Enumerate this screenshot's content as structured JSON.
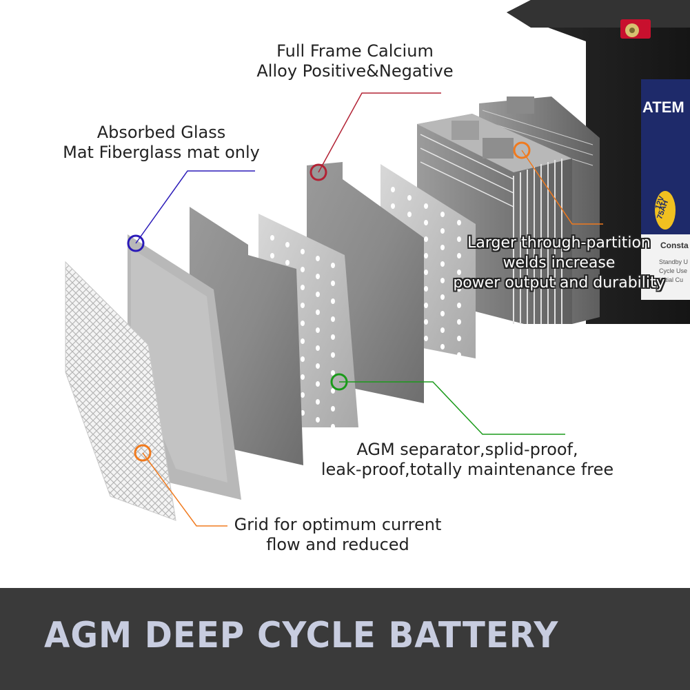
{
  "callouts": {
    "frame": {
      "line1": "Full Frame Calcium",
      "line2": "Alloy Positive&Negative",
      "color": "#b22234"
    },
    "glass_mat": {
      "line1": "Absorbed Glass",
      "line2": "Mat Fiberglass mat only",
      "color": "#2a1ab8"
    },
    "welds": {
      "line1": "Larger through-partition",
      "line2": "welds increase",
      "line3": "power output and durability",
      "color": "#f07a1e"
    },
    "separator": {
      "line1": "AGM separator,splid-proof,",
      "line2": "leak-proof,totally maintenance free",
      "color": "#1a9a1a"
    },
    "grid": {
      "line1": "Grid for optimum current",
      "line2": "flow and reduced",
      "color": "#f07a1e"
    }
  },
  "battery": {
    "brand": "ATEM",
    "capacity_line1": "12V",
    "capacity_line2": "75AH",
    "label_word": "Consta",
    "spec_line1": "Standby U",
    "spec_line2": "Cycle Use",
    "spec_line3": "Initial Cu"
  },
  "banner": {
    "title": "AGM DEEP CYCLE BATTERY",
    "background": "#3a3a3a",
    "text_color": "#c8cde0"
  }
}
